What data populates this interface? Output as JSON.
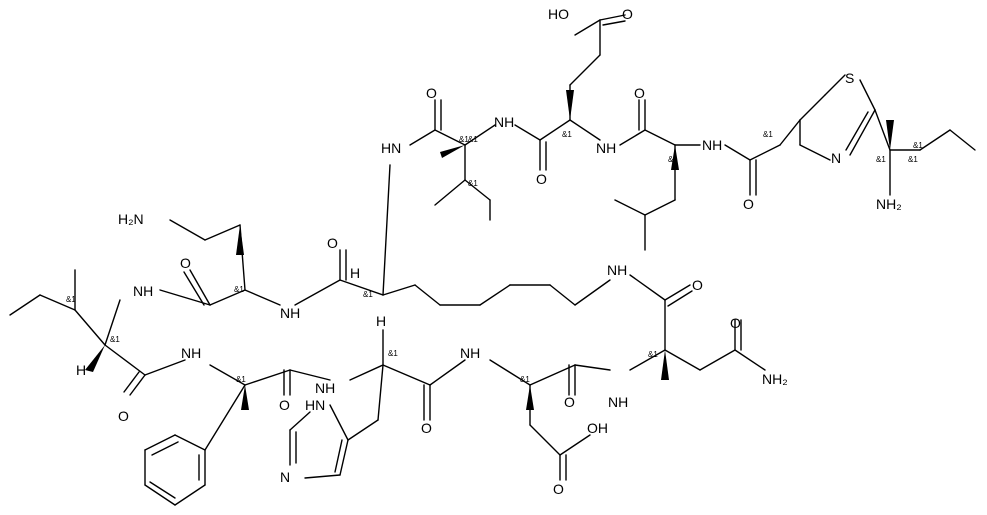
{
  "atoms": {
    "ho_top": "HO",
    "o_top_acid": "O",
    "o_ile1": "O",
    "hn_ile1": "HN",
    "nh_glu": "NH",
    "o_glu": "O",
    "nh_leu": "NH",
    "o_leu": "O",
    "nh_thz": "NH",
    "s_thz": "S",
    "n_thz": "N",
    "o_thz": "O",
    "nh2_top": "NH₂",
    "h2n_orn": "H₂N",
    "o_orn": "O",
    "nh_orn_ile": "NH",
    "o_lys": "O",
    "nh_lys_orn": "NH",
    "h_lys": "H",
    "h_his": "H",
    "nh_lys_asn": "NH",
    "o_lys_side": "O",
    "o_asn_side": "O",
    "nh2_asn": "NH₂",
    "h_ile2": "H",
    "o_ile2": "O",
    "nh_phe": "NH",
    "o_phe": "O",
    "nh_his": "NH",
    "hn_imid": "HN",
    "n_imid": "N",
    "o_his": "O",
    "nh_asp": "NH",
    "o_asp": "O",
    "nh_asn": "NH",
    "oh_asp": "OH",
    "o_asp_acid": "O"
  },
  "stereo_labels": {
    "s1": "&1",
    "s2": "&1",
    "s3": "&1",
    "s4": "&1",
    "s5": "&1",
    "s6": "&1",
    "s7": "&1",
    "s8": "&1",
    "s9": "&1",
    "s10": "&1",
    "s11": "&1",
    "s12": "&1",
    "s13": "&1",
    "s14": "&1",
    "s15": "&1",
    "s16": "&1",
    "s17": "&1"
  }
}
